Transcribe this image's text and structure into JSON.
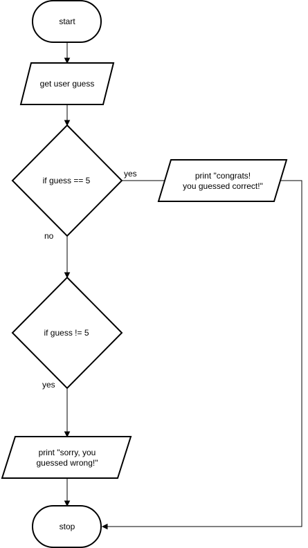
{
  "diagram": {
    "nodes": {
      "start": {
        "label": "start"
      },
      "get_guess": {
        "label": "get user guess"
      },
      "decision_equal": {
        "label": "if guess == 5"
      },
      "print_congrats": {
        "line1": "print \"congrats!",
        "line2": "you guessed correct!\""
      },
      "decision_not_equal": {
        "label": "if guess != 5"
      },
      "print_sorry": {
        "line1": "print \"sorry, you",
        "line2": "guessed wrong!\""
      },
      "stop": {
        "label": "stop"
      }
    },
    "edges": {
      "equal_yes": {
        "label": "yes"
      },
      "equal_no": {
        "label": "no"
      },
      "not_equal_yes": {
        "label": "yes"
      }
    }
  },
  "colors": {
    "stroke": "#000000",
    "fill": "#ffffff",
    "background": "#ffffff"
  }
}
